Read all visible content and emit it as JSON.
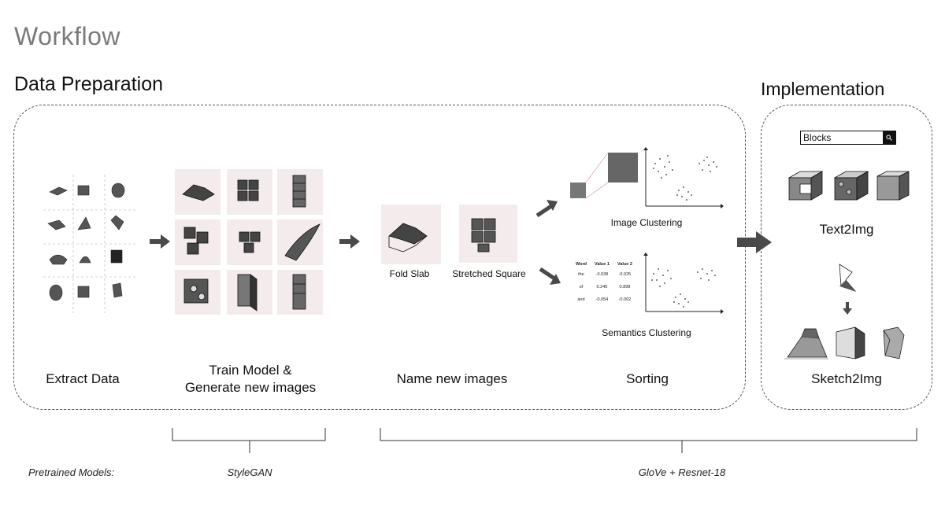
{
  "page_title": "Workflow",
  "sections": {
    "data_preparation": "Data Preparation",
    "implementation": "Implementation"
  },
  "steps": {
    "extract": "Extract Data",
    "train_line1": "Train Model &",
    "train_line2": "Generate new images",
    "name": "Name new images",
    "sorting": "Sorting"
  },
  "named_images": {
    "fold_slab": "Fold Slab",
    "stretched_square": "Stretched Square"
  },
  "clustering": {
    "image": "Image Clustering",
    "semantics": "Semantics Clustering"
  },
  "word_table": {
    "headers": [
      "Word",
      "Value 1",
      "Value 2"
    ],
    "rows": [
      [
        "the",
        "-0.038",
        "-0.025"
      ],
      [
        "of",
        "0.245",
        "0.898"
      ],
      [
        "and",
        "-0.054",
        "-0.002"
      ]
    ]
  },
  "implementation": {
    "search_value": "Blocks",
    "search_icon": "search-icon",
    "text2img": "Text2Img",
    "sketch2img": "Sketch2Img"
  },
  "models": {
    "label": "Pretrained Models:",
    "stylegan": "StyleGAN",
    "glove": "GloVe + Resnet-18"
  },
  "colors": {
    "title_grey": "#7a7a7a",
    "arrow": "#4a4a4a",
    "dashed_border": "#555555"
  }
}
